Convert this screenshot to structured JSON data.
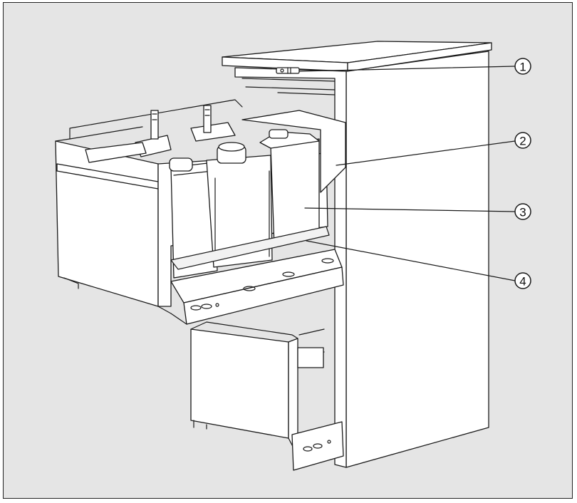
{
  "callouts": [
    {
      "label": "1"
    },
    {
      "label": "2"
    },
    {
      "label": "3"
    },
    {
      "label": "4"
    }
  ],
  "colors": {
    "background": "#e5e5e5",
    "line": "#1a1a1a",
    "fill": "#ffffff"
  }
}
